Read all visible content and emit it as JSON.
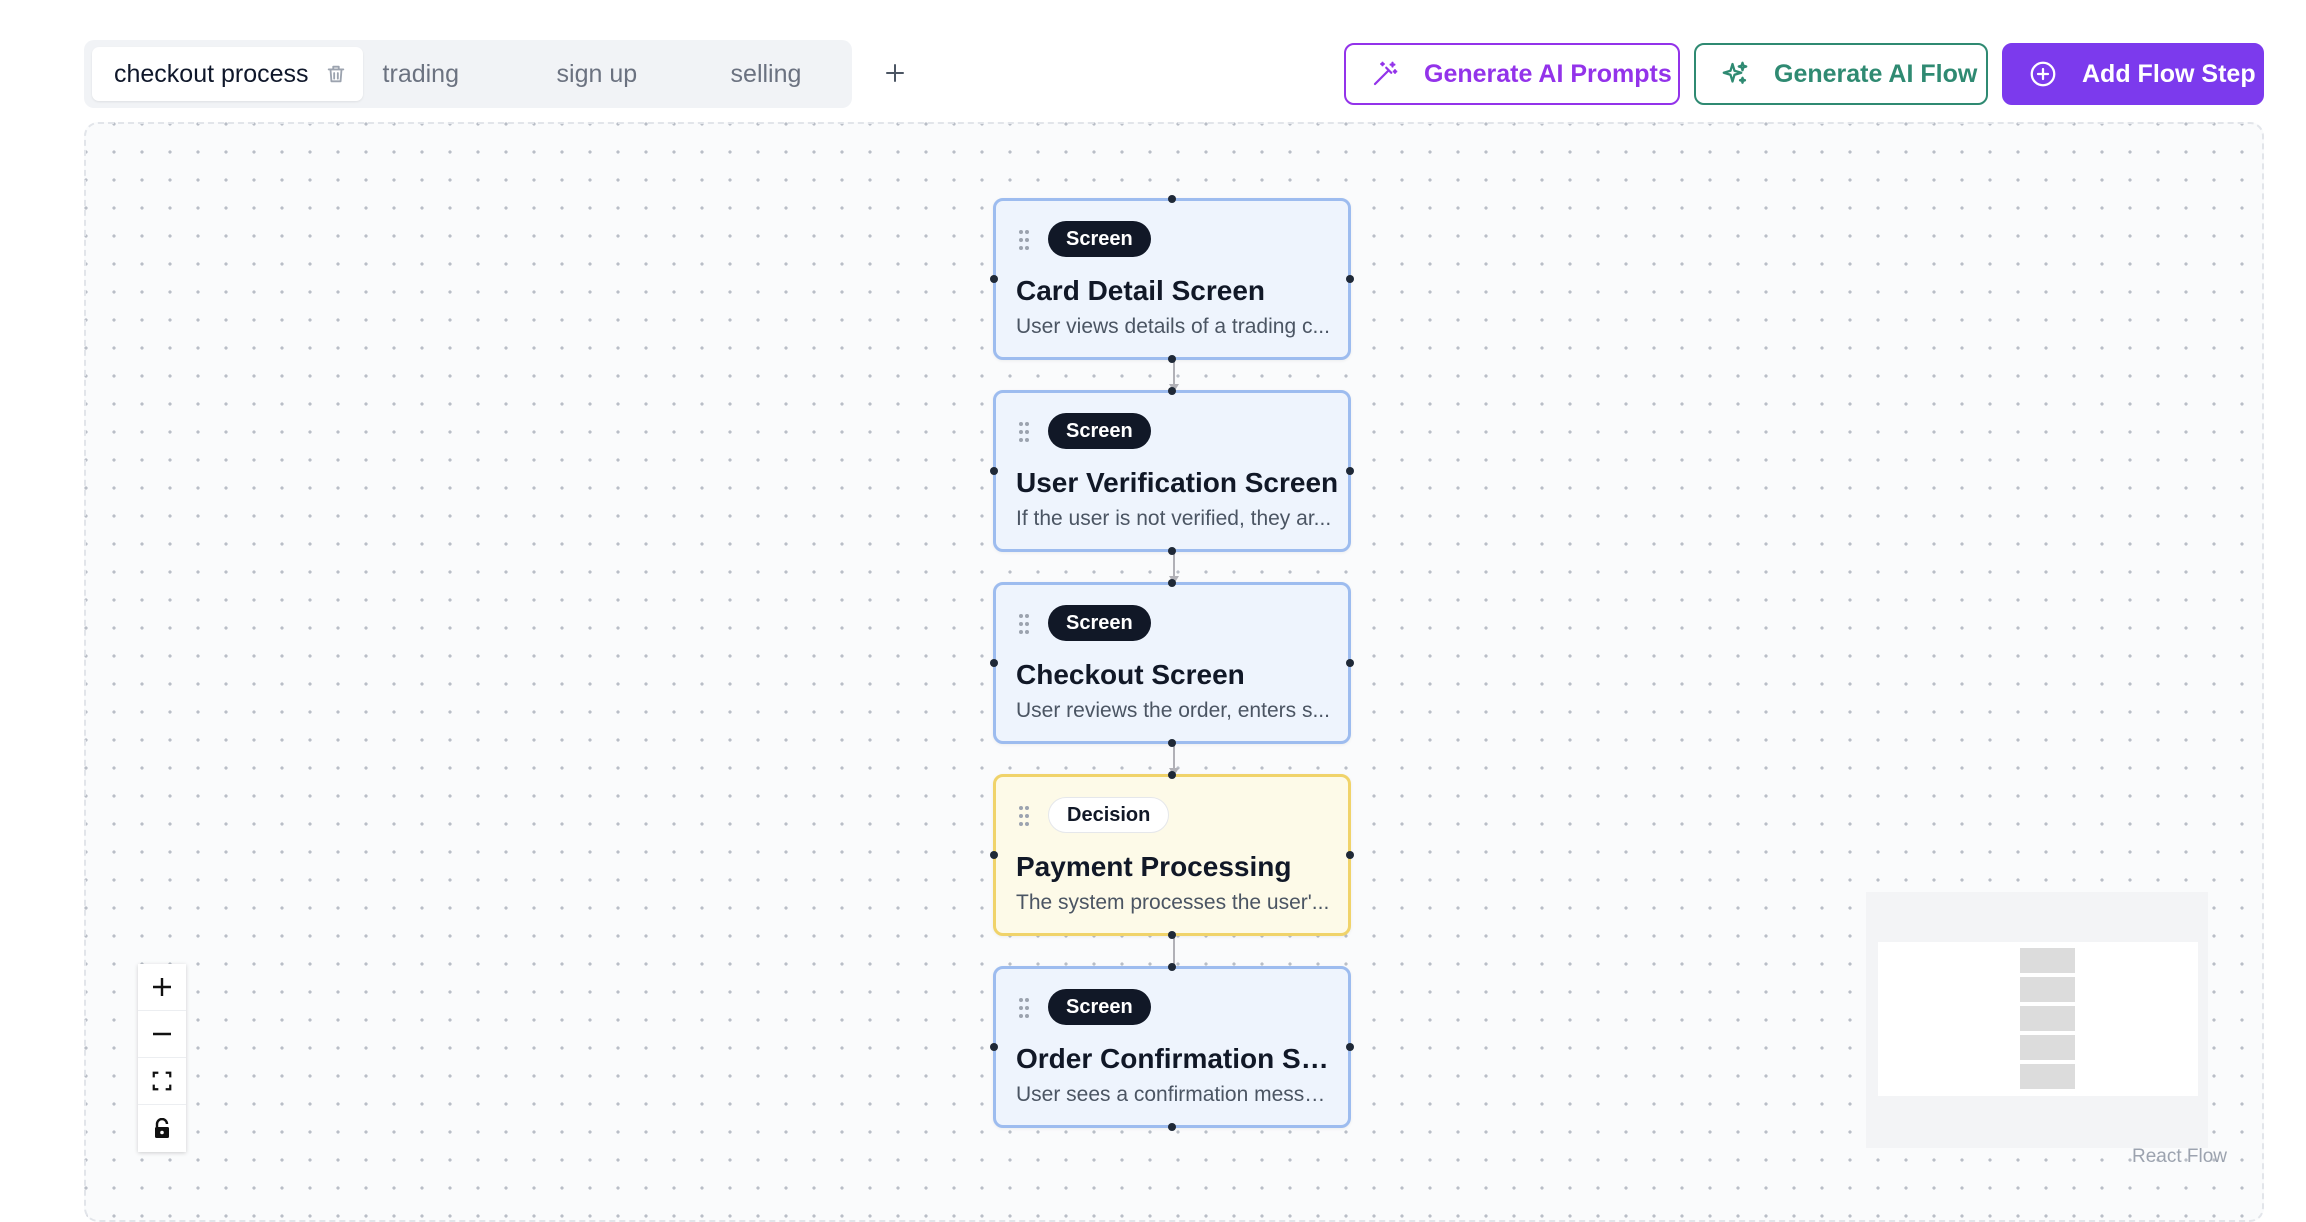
{
  "tabs": [
    {
      "label": "checkout process",
      "active": true
    },
    {
      "label": "trading"
    },
    {
      "label": "sign up"
    },
    {
      "label": "selling"
    }
  ],
  "toolbar": {
    "generate_prompts": "Generate AI Prompts",
    "generate_flow": "Generate AI Flow",
    "add_step": "Add Flow Step"
  },
  "colors": {
    "prompts_accent": "#9333ea",
    "flow_accent": "#2f8a72",
    "add_accent": "#7c3aed",
    "screen_node_border": "#9dbcef",
    "decision_node_border": "#f0d36a"
  },
  "nodes": [
    {
      "type": "Screen",
      "title": "Card Detail Screen",
      "description": "User views details of a trading c..."
    },
    {
      "type": "Screen",
      "title": "User Verification Screen",
      "description": "If the user is not verified, they ar..."
    },
    {
      "type": "Screen",
      "title": "Checkout Screen",
      "description": "User reviews the order, enters s..."
    },
    {
      "type": "Decision",
      "title": "Payment Processing",
      "description": "The system processes the user'..."
    },
    {
      "type": "Screen",
      "title": "Order Confirmation Scr...",
      "description": "User sees a confirmation messa..."
    }
  ],
  "controls": [
    "zoom-in",
    "zoom-out",
    "fit-view",
    "lock"
  ],
  "attribution": "React Flow"
}
